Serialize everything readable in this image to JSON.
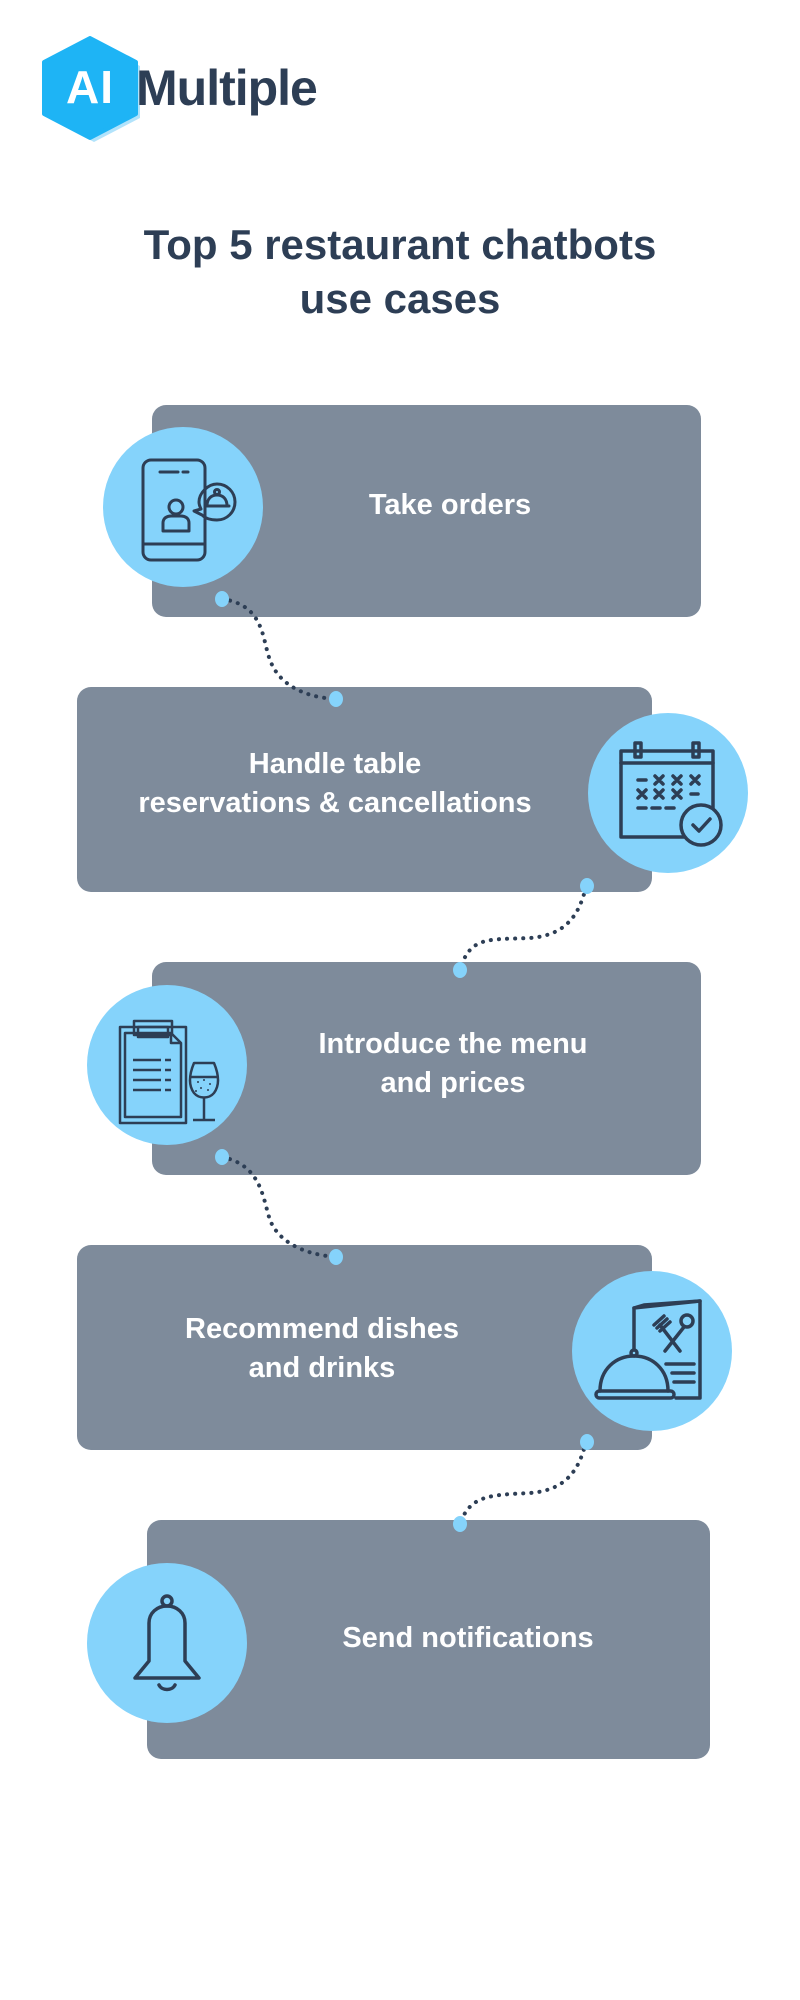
{
  "brand": {
    "logo_mark": "AI",
    "logo_word": "Multiple",
    "colors": {
      "mark": "#1eb4f5",
      "word": "#2d3e55"
    }
  },
  "title": {
    "line1": "Top 5 restaurant chatbots",
    "line2": "use cases"
  },
  "colors": {
    "card": "#7e8b9b",
    "badge": "#85d3fb",
    "icon_stroke": "#2d3e55",
    "connector": "#2d3e55",
    "connector_dot": "#85d3fb"
  },
  "use_cases": [
    {
      "step": 1,
      "lines": [
        "Take orders"
      ],
      "icon": "phone-order-icon"
    },
    {
      "step": 2,
      "lines": [
        "Handle table",
        "reservations & cancellations"
      ],
      "icon": "calendar-check-icon"
    },
    {
      "step": 3,
      "lines": [
        "Introduce the menu",
        "and prices"
      ],
      "icon": "menu-clipboard-wine-icon"
    },
    {
      "step": 4,
      "lines": [
        "Recommend dishes",
        "and drinks"
      ],
      "icon": "menu-cloche-icon"
    },
    {
      "step": 5,
      "lines": [
        "Send notifications"
      ],
      "icon": "bell-icon"
    }
  ]
}
